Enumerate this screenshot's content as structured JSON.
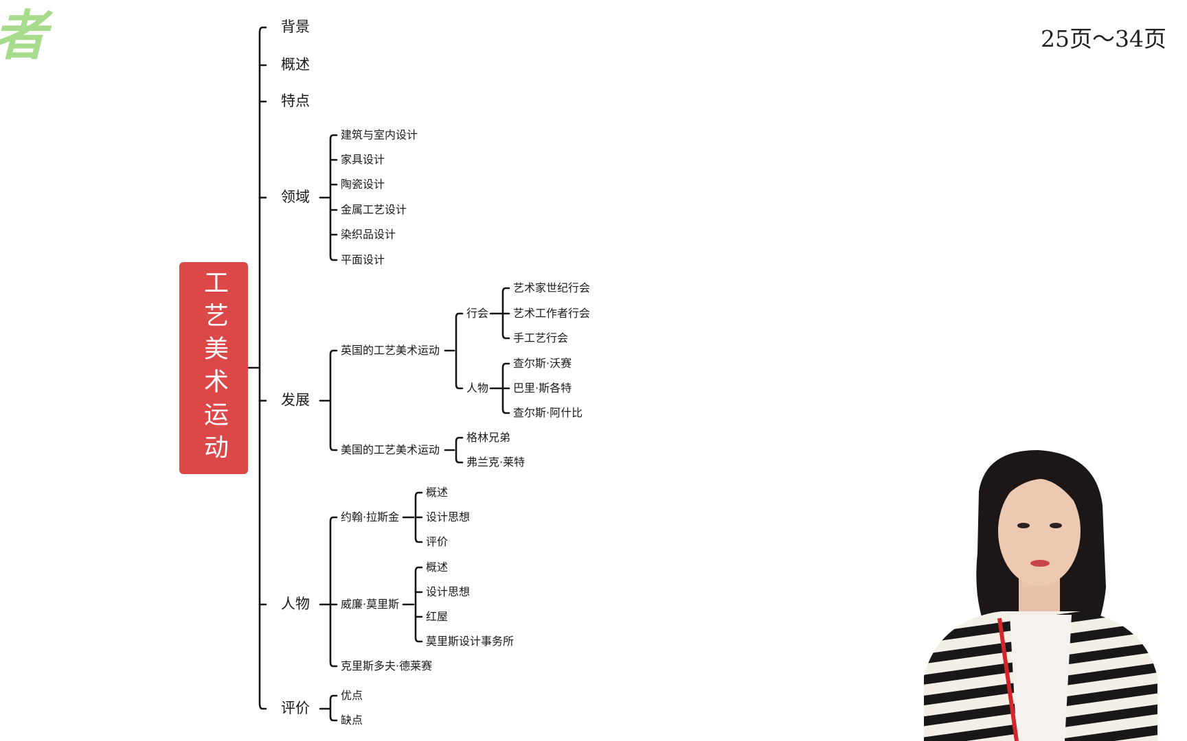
{
  "logo_text": "者",
  "page_range": "25页～34页",
  "root": "工艺美术运动",
  "branches": {
    "bg": "背景",
    "overview": "概述",
    "features": "特点",
    "fields": {
      "label": "领域",
      "items": [
        "建筑与室内设计",
        "家具设计",
        "陶瓷设计",
        "金属工艺设计",
        "染织品设计",
        "平面设计"
      ]
    },
    "development": {
      "label": "发展",
      "uk": {
        "label": "英国的工艺美术运动",
        "guild": {
          "label": "行会",
          "items": [
            "艺术家世纪行会",
            "艺术工作者行会",
            "手工艺行会"
          ]
        },
        "people": {
          "label": "人物",
          "items": [
            "查尔斯·沃赛",
            "巴里·斯各特",
            "查尔斯·阿什比"
          ]
        }
      },
      "us": {
        "label": "美国的工艺美术运动",
        "items": [
          "格林兄弟",
          "弗兰克·莱特"
        ]
      }
    },
    "people": {
      "label": "人物",
      "ruskin": {
        "label": "约翰·拉斯金",
        "items": [
          "概述",
          "设计思想",
          "评价"
        ]
      },
      "morris": {
        "label": "威廉·莫里斯",
        "items": [
          "概述",
          "设计思想",
          "红屋",
          "莫里斯设计事务所"
        ]
      },
      "dresser": "克里斯多夫·德莱赛"
    },
    "evaluation": {
      "label": "评价",
      "items": [
        "优点",
        "缺点"
      ]
    }
  },
  "colors": {
    "root_bg": "#dc4748",
    "logo": "#a7dc8c",
    "line": "#151515"
  }
}
